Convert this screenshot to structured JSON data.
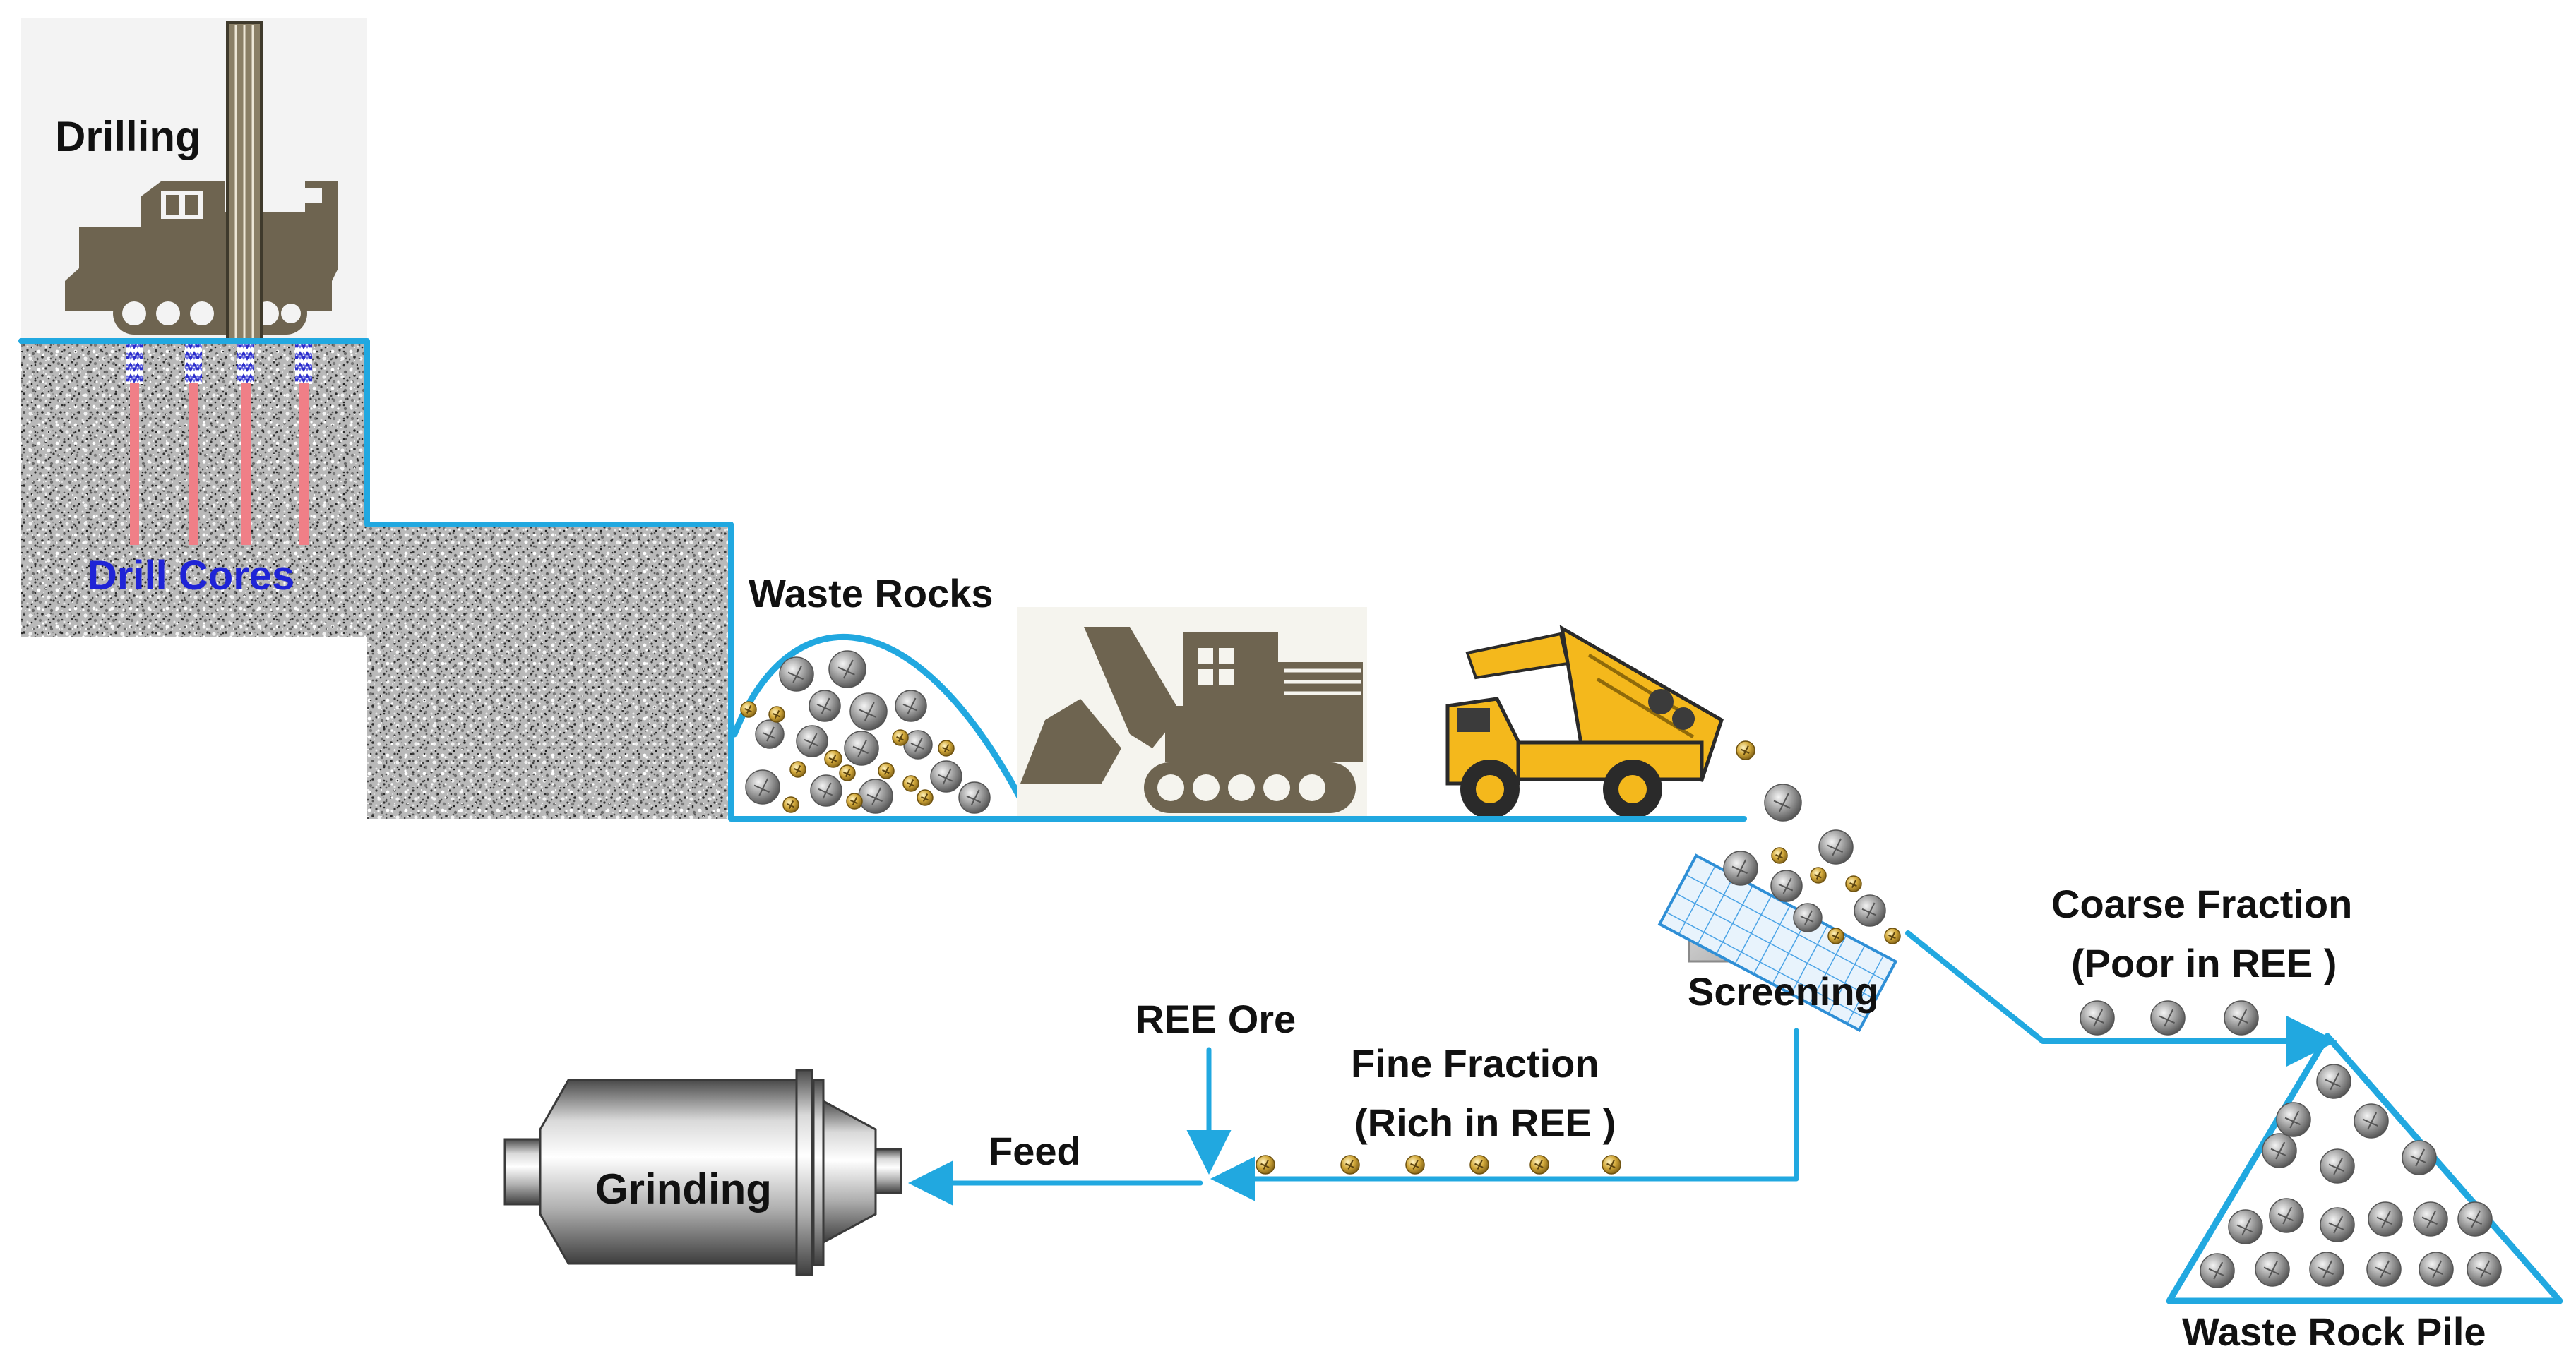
{
  "labels": {
    "drilling": "Drilling",
    "drill_cores": "Drill Cores",
    "waste_rocks": "Waste Rocks",
    "screening": "Screening",
    "coarse_fraction": "Coarse Fraction",
    "coarse_note": "(Poor in REE )",
    "ree_ore": "REE Ore",
    "fine_fraction": "Fine Fraction",
    "fine_note": "(Rich in REE )",
    "feed": "Feed",
    "grinding": "Grinding",
    "waste_rock_pile": "Waste Rock Pile"
  },
  "colors": {
    "flow_line": "#21a8e0",
    "drill_cores_text": "#1f24d6",
    "core_sample": "#f07f87",
    "machine_body": "#6e6450",
    "truck_body": "#f4b81c",
    "rock_grey": "#9a9a9a",
    "ore_gold": "#c9a033",
    "ground_speckle": "#8c8c8c"
  },
  "icons": {
    "drill_rig": "drill-rig-icon",
    "excavator": "excavator-icon",
    "dump_truck": "dump-truck-icon",
    "screen_deck": "screen-deck-icon",
    "ball_mill": "ball-mill-icon"
  }
}
